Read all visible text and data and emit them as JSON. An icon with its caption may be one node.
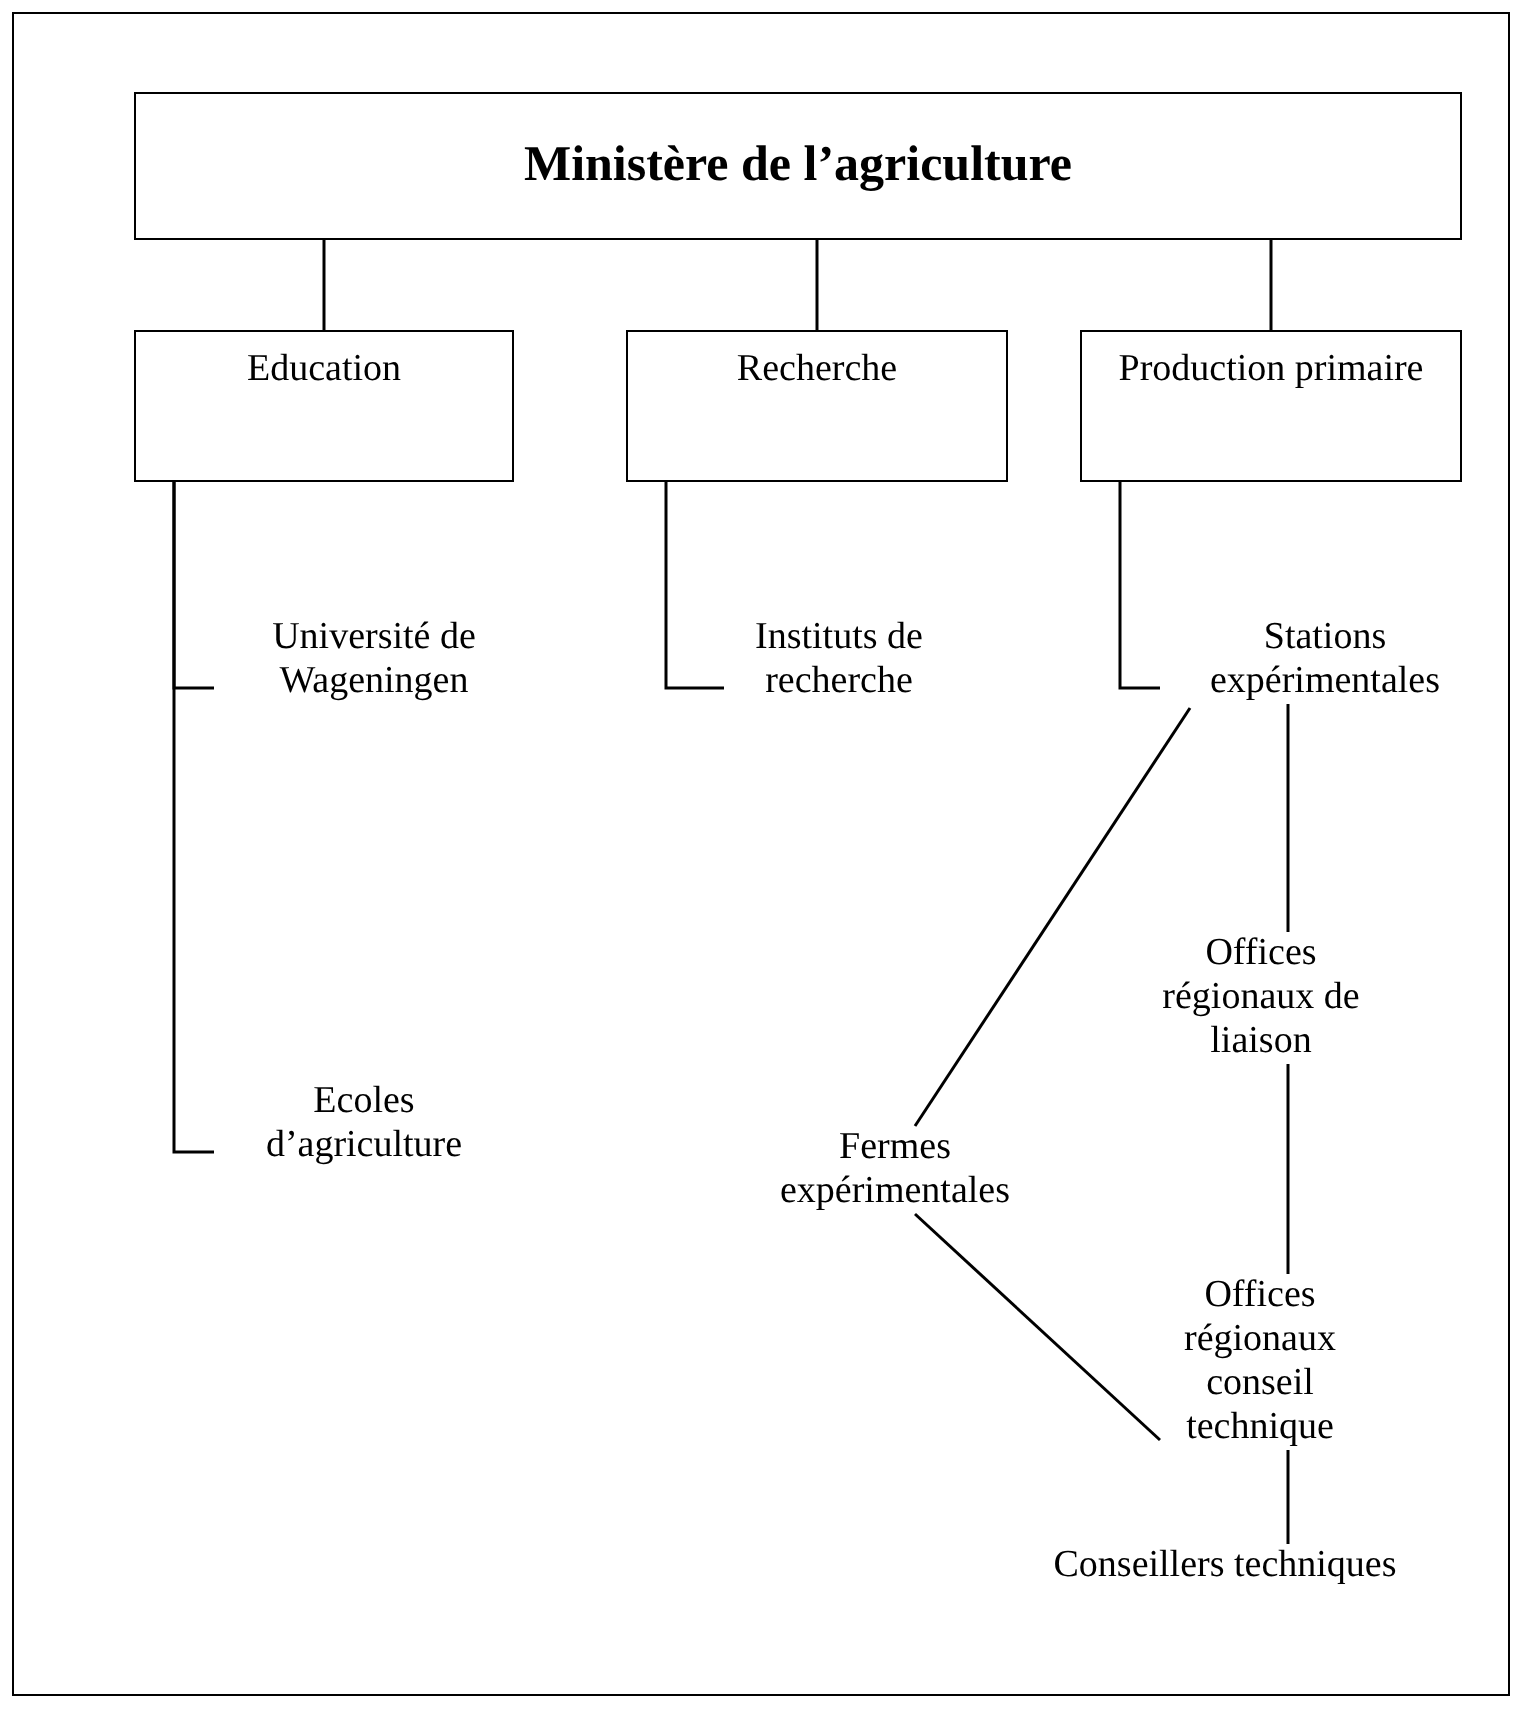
{
  "diagram": {
    "nodes": [
      {
        "text": [
          "Ministère de l’agriculture"
        ]
      },
      {
        "text": [
          "Education"
        ]
      },
      {
        "text": [
          "Recherche"
        ]
      },
      {
        "text": [
          "Production primaire"
        ]
      },
      {
        "text": [
          "Université de Wageningen"
        ]
      },
      {
        "text": [
          "Ecoles d’agriculture"
        ]
      },
      {
        "text": [
          "Instituts de recherche"
        ]
      },
      {
        "text": [
          "Stations expérimentales"
        ]
      },
      {
        "text": [
          "Fermes expérimentales"
        ]
      },
      {
        "text": [
          "Offices régionaux de liaison"
        ]
      },
      {
        "text": [
          "Offices régionaux conseil technique"
        ]
      },
      {
        "text": [
          "Conseillers techniques"
        ]
      }
    ],
    "edges": [
      {
        "from": 0,
        "to": 1,
        "arrow": "none"
      },
      {
        "from": 0,
        "to": 2,
        "arrow": "none"
      },
      {
        "from": 0,
        "to": 3,
        "arrow": "none"
      },
      {
        "from": 1,
        "to": 4,
        "arrow": "none"
      },
      {
        "from": 1,
        "to": 5,
        "arrow": "none"
      },
      {
        "from": 2,
        "to": 6,
        "arrow": "none"
      },
      {
        "from": 3,
        "to": 7,
        "arrow": "none"
      },
      {
        "from": 7,
        "to": 8,
        "arrow": "none"
      },
      {
        "from": 7,
        "to": 9,
        "arrow": "none"
      },
      {
        "from": 9,
        "to": 10,
        "arrow": "none"
      },
      {
        "from": 8,
        "to": 10,
        "arrow": "none"
      },
      {
        "from": 10,
        "to": 11,
        "arrow": "none"
      }
    ]
  }
}
